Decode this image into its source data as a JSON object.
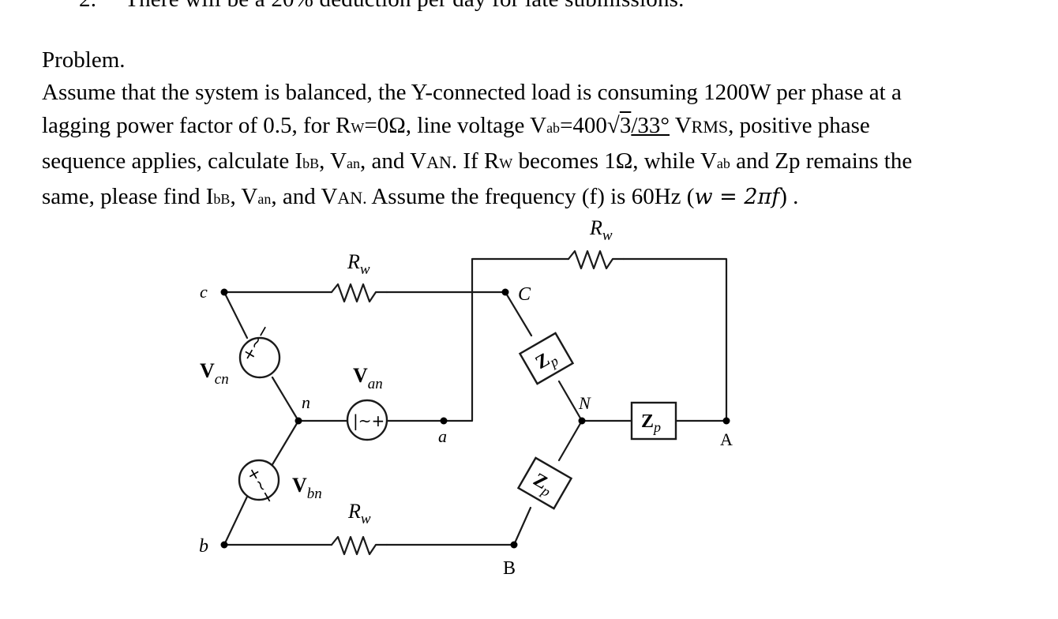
{
  "header_cut": {
    "number": "2.",
    "text": "There will be a 20% deduction per day for late submissions."
  },
  "problem": {
    "heading": "Problem.",
    "line1": "Assume that the system is balanced, the Y-connected load is consuming 1200W per phase at a",
    "line2_a": "lagging power factor of 0.5, for R",
    "line2_w": "W",
    "line2_b": "=0Ω, line voltage V",
    "line2_ab": "ab",
    "line2_c": "=400√",
    "line2_root": "3",
    "line2_angle": "/33°",
    "line2_d": " V",
    "line2_rms": "RMS",
    "line2_e": ", positive phase",
    "line3_a": "sequence applies, calculate I",
    "line3_bB": "bB",
    "line3_b": ", V",
    "line3_an": "an",
    "line3_c": ", and V",
    "line3_AN": "AN",
    "line3_d": ". If R",
    "line3_W": "W",
    "line3_e": " becomes 1Ω, while V",
    "line3_ab": "ab",
    "line3_f": " and Zp remains the",
    "line4_a": "same, please find I",
    "line4_bB": "bB",
    "line4_b": ", V",
    "line4_an": "an",
    "line4_c": ", and V",
    "line4_AN": "AN.",
    "line4_d": " Assume the frequency (f) is 60Hz (",
    "line4_math": "w = 2πf",
    "line4_e": ") ."
  },
  "circuit": {
    "node_c": "c",
    "node_b": "b",
    "node_n": "n",
    "node_a": "a",
    "node_C": "C",
    "node_N": "N",
    "node_A": "A",
    "node_B": "B",
    "src_cn_V": "V",
    "src_cn_sub": "cn",
    "src_an_V": "V",
    "src_an_sub": "an",
    "src_bn_V": "V",
    "src_bn_sub": "bn",
    "rw_R": "R",
    "rw_sub": "w",
    "zp_Z": "Z",
    "zp_sub": "p"
  },
  "colors": {
    "text": "#000000",
    "background": "#ffffff",
    "wire": "#1a1a1a"
  }
}
